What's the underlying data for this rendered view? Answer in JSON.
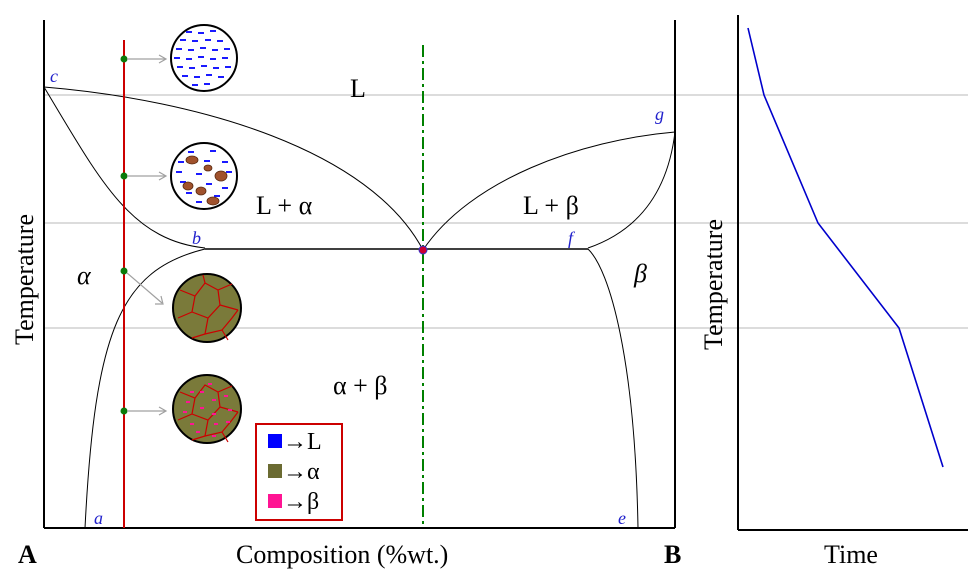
{
  "phase_diagram": {
    "y_axis_label": "Temperature",
    "x_axis_label": "Composition (%wt.)",
    "left_component": "A",
    "right_component": "B",
    "points": {
      "a": "a",
      "b": "b",
      "c": "c",
      "e": "e",
      "f": "f",
      "g": "g"
    },
    "regions": {
      "liquid": "L",
      "liquid_alpha": "L + α",
      "liquid_beta": "L + β",
      "alpha": "α",
      "beta": "β",
      "alpha_beta": "α + β"
    }
  },
  "legend": {
    "items": [
      {
        "color": "#0000ff",
        "label": "→L"
      },
      {
        "color": "#6b6b32",
        "label": "→α"
      },
      {
        "color": "#ff1493",
        "label": "→β"
      }
    ]
  },
  "cooling_curve": {
    "y_axis_label": "Temperature",
    "x_axis_label": "Time"
  },
  "colors": {
    "composition_line": "#cc0000",
    "eutectic_line": "#008000",
    "cooling_curve": "#0000cc",
    "label_blue": "#2222cc",
    "alpha_grain": "#7a7a3a",
    "grain_boundary": "#cc0000"
  }
}
